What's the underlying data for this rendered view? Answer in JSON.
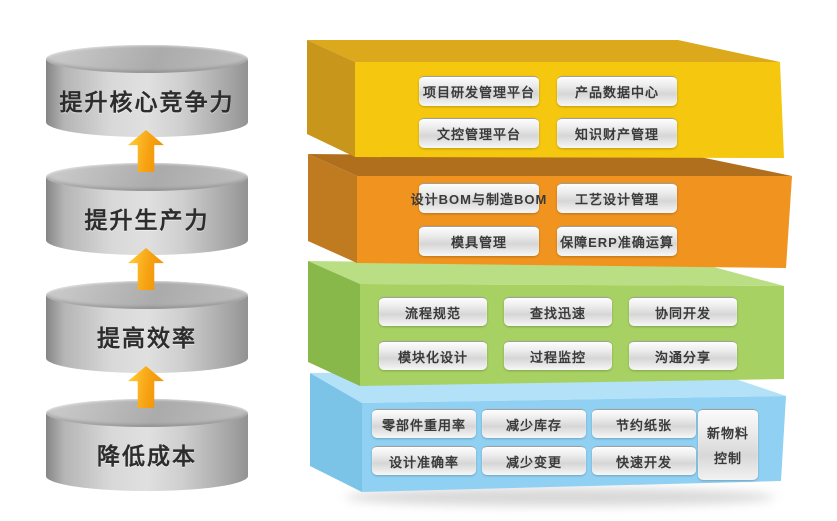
{
  "background_color": "#ffffff",
  "goals": {
    "arrow_icon": "up-arrow-icon",
    "arrow_color": "#f6a213",
    "cylinder_color": "#c9c9c9",
    "items": [
      {
        "label": "提升核心竞争力"
      },
      {
        "label": "提升生产力"
      },
      {
        "label": "提高效率"
      },
      {
        "label": "降低成本"
      }
    ]
  },
  "layers": [
    {
      "colors": {
        "front": "#f5c70e",
        "top": "#dca81c",
        "side": "#c8961a"
      },
      "items": [
        "项目研发管理平台",
        "产品数据中心",
        "文控管理平台",
        "知识财产管理"
      ]
    },
    {
      "colors": {
        "front": "#f0941f",
        "top": "#b06f1d",
        "side": "#c07b21"
      },
      "items": [
        "设计BOM与制造BOM",
        "工艺设计管理",
        "模具管理",
        "保障ERP准确运算"
      ]
    },
    {
      "colors": {
        "front": "#a7d162",
        "top": "#bade83",
        "side": "#88b74a"
      },
      "items": [
        "流程规范",
        "查找迅速",
        "协同开发",
        "模块化设计",
        "过程监控",
        "沟通分享"
      ]
    },
    {
      "colors": {
        "front": "#90d1f3",
        "top": "#b3e2f8",
        "side": "#7cc3e8"
      },
      "items": [
        "零部件重用率",
        "减少库存",
        "节约纸张",
        "设计准确率",
        "减少变更",
        "快速开发"
      ],
      "box": {
        "line1": "新物料",
        "line2": "控制"
      }
    }
  ]
}
